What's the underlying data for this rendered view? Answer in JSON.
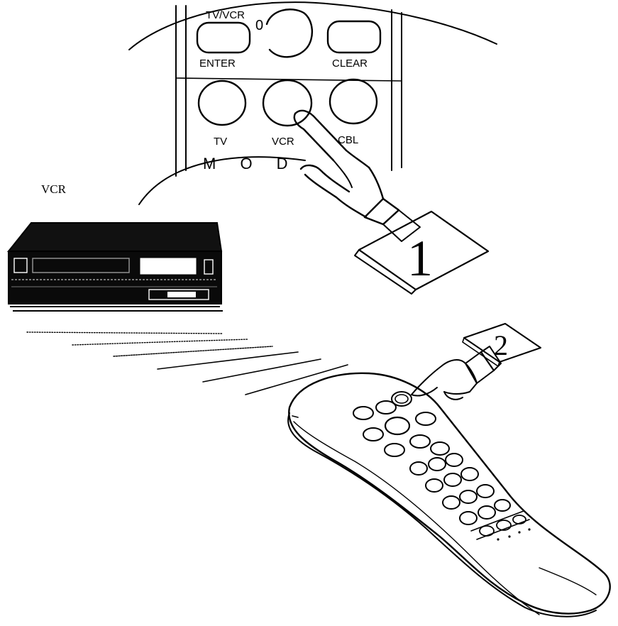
{
  "device_label": "VCR",
  "keypad": {
    "top_row": {
      "left": "TV/VCR",
      "middle": "0"
    },
    "labels_row1": {
      "left": "ENTER",
      "right": "CLEAR"
    },
    "labels_row2": {
      "left": "TV",
      "middle": "VCR",
      "right": "CBL"
    },
    "partial_mode_text": "M O D"
  },
  "steps": {
    "step1": "1",
    "step2": "2"
  }
}
